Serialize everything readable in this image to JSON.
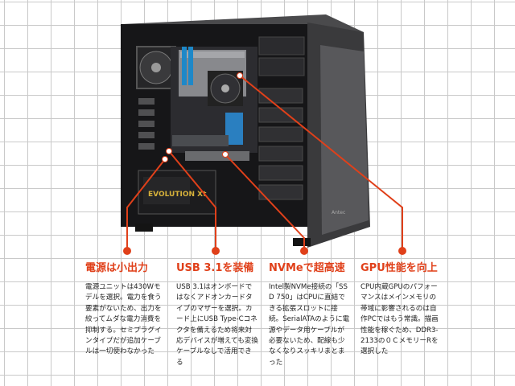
{
  "colors": {
    "accent": "#e0401a",
    "case": "#3a3a3c",
    "grid": "#c9c9c9"
  },
  "case": {
    "front_logo": "Antec",
    "psu_brand": "EVOLUTION Xt"
  },
  "callouts": [
    {
      "title": "電源は小出力",
      "body": "電源ユニットは430Wモデルを選択。電力を食う要素がないため、出力を絞ってムダな電力消費を抑制する。セミプラグインタイプだが追加ケーブルは一切使わなかった"
    },
    {
      "title": "USB 3.1を装備",
      "body": "USB 3.1はオンボードではなくアドオンカードタイプのマザーを選択。カード上にUSB Type-Cコネクタを備えるため将来対応デバイスが増えても変換ケーブルなしで活用できる"
    },
    {
      "title": "NVMeで超高速",
      "body": "Intel製NVMe接続の「SSD 750」はCPUに直結できる拡張スロットに接続。SerialATAのように電源やデータ用ケーブルが必要ないため、配線も少なくなりスッキリまとまった"
    },
    {
      "title": "GPU性能を向上",
      "body": "CPU内蔵GPUのパフォーマンスはメインメモリの帯域に影響されるのは自作PCではもう常識。描画性能を稼ぐため、DDR3-2133の０ＣメモリーRを選択した"
    }
  ]
}
